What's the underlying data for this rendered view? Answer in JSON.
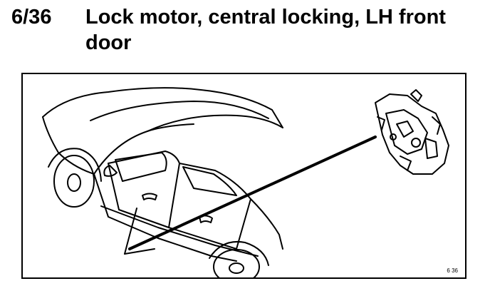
{
  "section": {
    "number": "6/36",
    "title": "Lock motor, central locking, LH front door"
  },
  "figure": {
    "ref": "6 36",
    "illustration_icon": "car-door-lock-motor-illustration"
  }
}
